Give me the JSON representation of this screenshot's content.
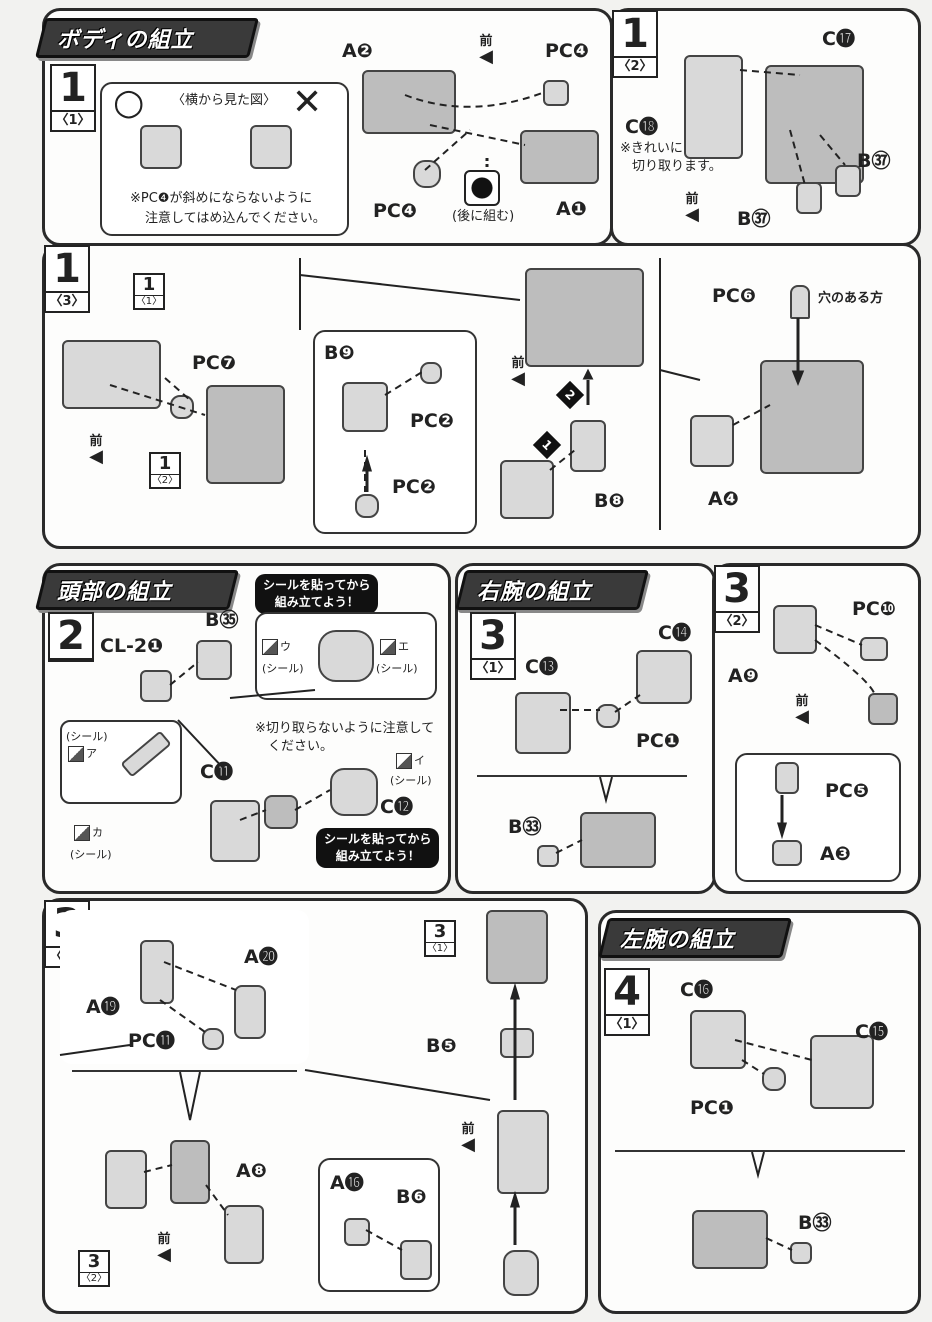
{
  "sections": {
    "body_title": "ボディの組立",
    "head_title": "頭部の組立",
    "right_arm_title": "右腕の組立",
    "left_arm_title": "左腕の組立"
  },
  "steps": {
    "s1_1": {
      "num": "1",
      "sub": "〈1〉"
    },
    "s1_2": {
      "num": "1",
      "sub": "〈2〉"
    },
    "s1_3": {
      "num": "1",
      "sub": "〈3〉"
    },
    "s2": {
      "num": "2",
      "sub": ""
    },
    "s3_1": {
      "num": "3",
      "sub": "〈1〉"
    },
    "s3_2": {
      "num": "3",
      "sub": "〈2〉"
    },
    "s3_3": {
      "num": "3",
      "sub": "〈3〉"
    },
    "s4_1": {
      "num": "4",
      "sub": "〈1〉"
    }
  },
  "refs": {
    "r1_1": {
      "num": "1",
      "sub": "〈1〉"
    },
    "r1_2": {
      "num": "1",
      "sub": "〈2〉"
    },
    "r3_1": {
      "num": "3",
      "sub": "〈1〉"
    },
    "r3_2": {
      "num": "3",
      "sub": "〈2〉"
    }
  },
  "front_label": "前",
  "front_arrow": "◀",
  "labels": {
    "a2": "A❷",
    "pc4_top": "PC❹",
    "pc4_bottom": "PC❹",
    "a1": "A❶",
    "c17": "C⓱",
    "c18": "C⓲",
    "b37_right": "B㊲",
    "b37_bottom": "B㊲",
    "pc7": "PC❼",
    "b9": "B❾",
    "pc2_right": "PC❷",
    "pc2_bottom": "PC❷",
    "b8": "B❽",
    "pc6": "PC❻",
    "a4": "A❹",
    "cl2": "CL-2❶",
    "b35": "B㉟",
    "c11": "C⓫",
    "c12": "C⓬",
    "c13": "C⓭",
    "c14": "C⓮",
    "pc1_right": "PC❶",
    "b33_right": "B㉝",
    "pc10": "PC❿",
    "a9": "A❾",
    "pc5": "PC❺",
    "a3": "A❸",
    "a20": "A⓴",
    "a19": "A⓳",
    "pc11": "PC⓫",
    "a8": "A❽",
    "b5": "B❺",
    "a16": "A⓰",
    "b6": "B❻",
    "c16": "C⓰",
    "c15": "C⓯",
    "pc1_left": "PC❶",
    "b33_left": "B㉝"
  },
  "notes": {
    "side_view": "〈横から見た図〉",
    "ok": "○",
    "ng": "✕",
    "pc4_caution_1": "※PC❹が斜めにならないように",
    "pc4_caution_2": "注意してはめ込んでください。",
    "assemble_later": "(後に組む)",
    "cut_clean_1": "※きれいに",
    "cut_clean_2": "切り取ります。",
    "hole_side": "穴のある方",
    "sticker_then_1": "シールを貼ってから",
    "sticker_then_2": "組み立てよう！",
    "dont_cut_1": "※切り取らないように注意して",
    "dont_cut_2": "ください。",
    "step1": "1",
    "step2": "2"
  },
  "stickers": {
    "u": "ウ",
    "e": "エ",
    "a": "ア",
    "i": "イ",
    "ka": "カ",
    "caption": "(シール)"
  }
}
